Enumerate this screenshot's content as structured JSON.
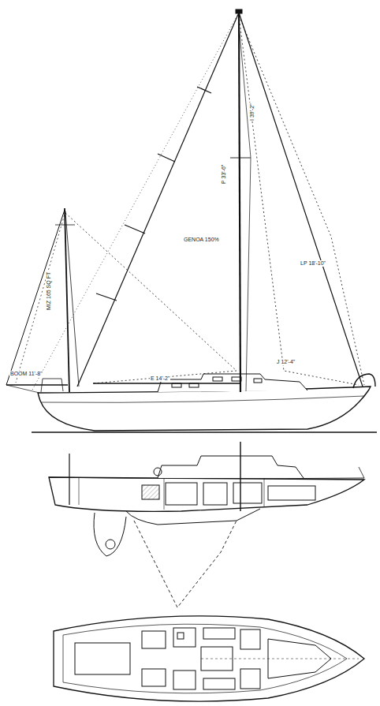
{
  "diagram": {
    "labels": [
      "BOOM 11'-8\"",
      "P 33'-6\"",
      "I 39'-2\"",
      "J 12'-4\"",
      "E 14'-2\"",
      "LP 18'-10\"",
      "GENOA 150%",
      "MIZ 165 SQ FT"
    ]
  }
}
